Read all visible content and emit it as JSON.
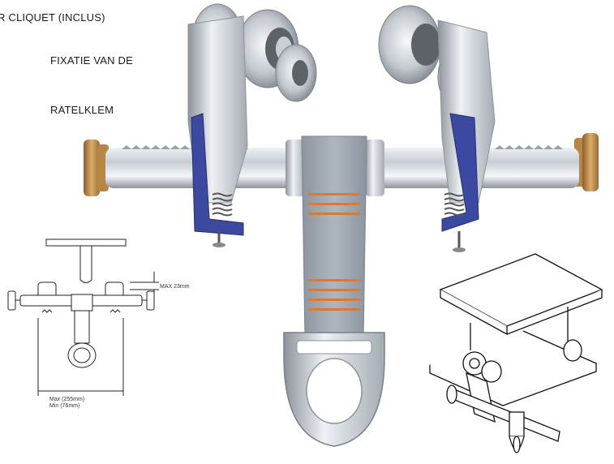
{
  "captions": {
    "line1": "R CLIQUET (INCLUS)",
    "line2": "FIXATIE VAN DE",
    "line3": "RATELKLEM"
  },
  "diagram": {
    "max_gap": "MAX 23mm",
    "max_width": "Max (255mm)",
    "min_width": "Min (76mm)"
  },
  "colors": {
    "aluminium": "#c9ced6",
    "brass": "#b8894a",
    "blue_bracket": "#3b4aa0",
    "webbing": "#9aa3ad",
    "stitching": "#e0782f"
  }
}
